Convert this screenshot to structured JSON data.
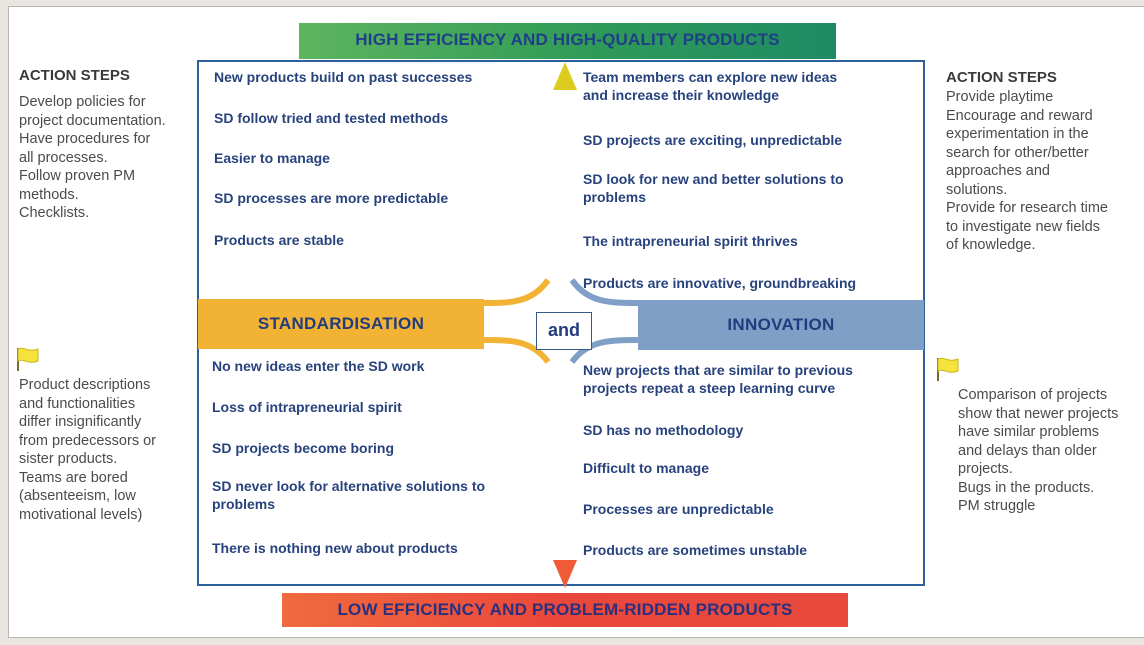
{
  "banners": {
    "top": "HIGH EFFICIENCY AND HIGH-QUALITY PRODUCTS",
    "bottom": "LOW EFFICIENCY AND PROBLEM-RIDDEN PRODUCTS"
  },
  "left": {
    "action_title": "ACTION STEPS",
    "action_lines": [
      "Develop policies for",
      "project documentation.",
      "Have procedures for",
      "all processes.",
      "Follow proven PM",
      "methods.",
      "Checklists."
    ],
    "warning_lines": [
      "Product descriptions",
      "and functionalities",
      "differ insignificantly",
      "from predecessors or",
      "sister products.",
      "Teams are bored",
      "(absenteeism, low",
      "motivational levels)"
    ]
  },
  "right": {
    "action_title": "ACTION STEPS",
    "action_lines": [
      "Provide playtime",
      "Encourage and reward",
      "experimentation in the",
      "search for other/better",
      "approaches and",
      "solutions.",
      "Provide for research time",
      "to investigate new fields",
      "of knowledge."
    ],
    "warning_lines": [
      "Comparison of projects",
      "show that newer projects",
      "have similar problems",
      "and delays than older",
      "projects.",
      "Bugs in the products.",
      "PM struggle"
    ]
  },
  "center": {
    "standardisation": "STANDARDISATION",
    "and": "and",
    "innovation": "INNOVATION"
  },
  "quadrants": {
    "top_left": [
      "New products build on past successes",
      "SD follow tried and tested methods",
      "Easier to manage",
      "SD processes are more predictable",
      "Products are stable"
    ],
    "top_right": [
      [
        "Team members can explore new ideas",
        "and increase their knowledge"
      ],
      [
        "SD projects are exciting, unpredictable"
      ],
      [
        "SD look for new and better solutions to",
        "problems"
      ],
      [
        "The intrapreneurial spirit thrives"
      ],
      [
        "Products are innovative, groundbreaking"
      ]
    ],
    "bottom_left": [
      [
        "No new ideas enter the SD work"
      ],
      [
        "Loss of intrapreneurial spirit"
      ],
      [
        "SD projects become boring"
      ],
      [
        "SD never look for alternative solutions to",
        "problems"
      ],
      [
        "There is nothing new about products"
      ]
    ],
    "bottom_right": [
      [
        "New projects that are similar to previous",
        "projects repeat a steep learning curve"
      ],
      [
        "SD has no methodology"
      ],
      [
        "Difficult to manage"
      ],
      [
        "Processes are unpredictable"
      ],
      [
        "Products are sometimes unstable"
      ]
    ]
  },
  "colors": {
    "frame": "#2c6098",
    "standardisation": "#f2b233",
    "innovation": "#7f9fc6",
    "top_banner": "#2f9a58",
    "bottom_banner": "#ea473c",
    "flag": "#f5e23a"
  }
}
